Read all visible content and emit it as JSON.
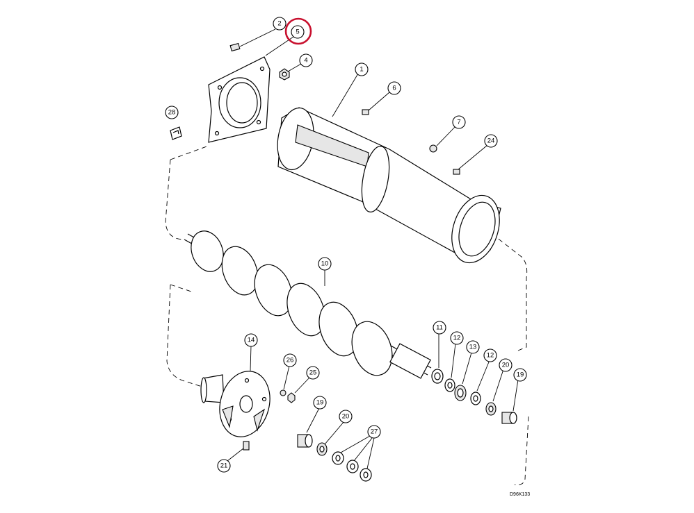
{
  "figure_id": "D96K133",
  "highlight_color": "#c8102e",
  "highlighted_callout": "5",
  "callouts": {
    "c1": "1",
    "c2": "2",
    "c4": "4",
    "c5": "5",
    "c6": "6",
    "c7": "7",
    "c10": "10",
    "c11": "11",
    "c12a": "12",
    "c12b": "12",
    "c13": "13",
    "c14": "14",
    "c19a": "19",
    "c19b": "19",
    "c20a": "20",
    "c20b": "20",
    "c21": "21",
    "c24": "24",
    "c25": "25",
    "c26": "26",
    "c27": "27",
    "c28": "28"
  }
}
